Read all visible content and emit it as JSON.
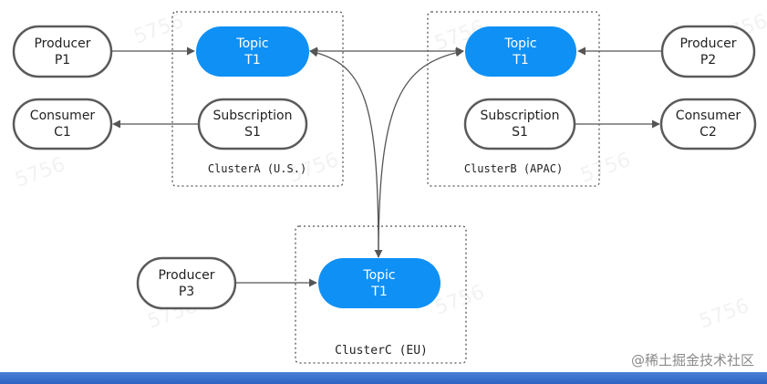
{
  "colors": {
    "topic_fill": "#0f90f5",
    "node_stroke": "#5a5a5a",
    "cluster_stroke": "#555555",
    "edge": "#555555",
    "text_dark": "#222222",
    "text_light": "#ffffff"
  },
  "clusters": {
    "a": {
      "label": "ClusterA (U.S.)"
    },
    "b": {
      "label": "ClusterB (APAC)"
    },
    "c": {
      "label": "ClusterC (EU)"
    }
  },
  "nodes": {
    "producer_p1": {
      "line1": "Producer",
      "line2": "P1"
    },
    "consumer_c1": {
      "line1": "Consumer",
      "line2": "C1"
    },
    "topic_a": {
      "line1": "Topic",
      "line2": "T1"
    },
    "subscription_a": {
      "line1": "Subscription",
      "line2": "S1"
    },
    "topic_b": {
      "line1": "Topic",
      "line2": "T1"
    },
    "subscription_b": {
      "line1": "Subscription",
      "line2": "S1"
    },
    "producer_p2": {
      "line1": "Producer",
      "line2": "P2"
    },
    "consumer_c2": {
      "line1": "Consumer",
      "line2": "C2"
    },
    "producer_p3": {
      "line1": "Producer",
      "line2": "P3"
    },
    "topic_c": {
      "line1": "Topic",
      "line2": "T1"
    }
  },
  "watermark": {
    "text": "5756"
  },
  "credit": {
    "text": "@稀土掘金技术社区"
  }
}
